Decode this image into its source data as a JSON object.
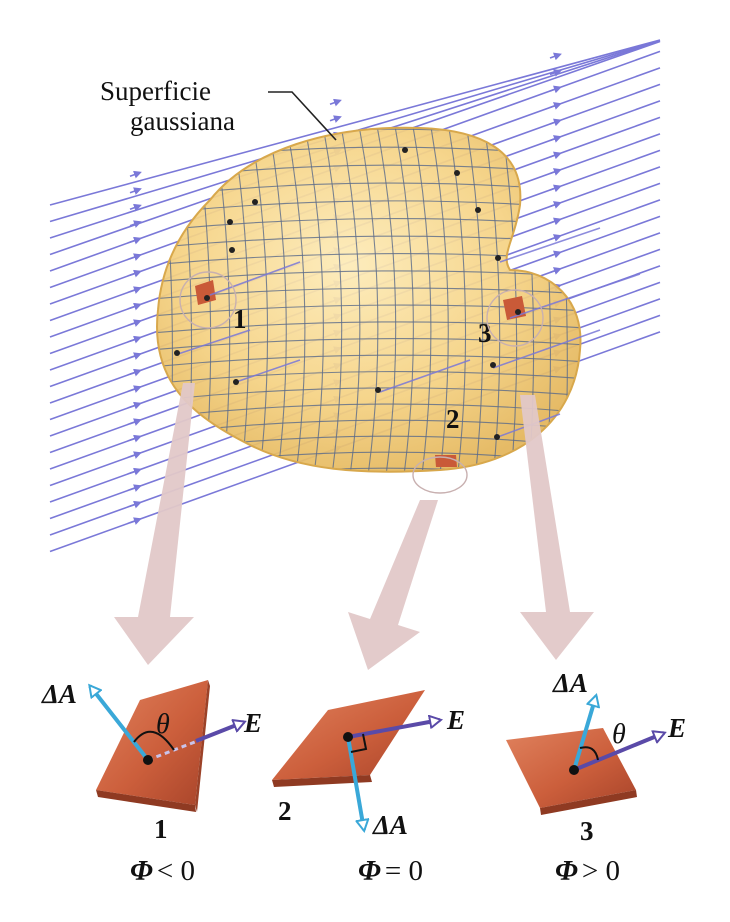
{
  "title_line1": "Superficie",
  "title_line2": "gaussiana",
  "region_labels": [
    "1",
    "2",
    "3"
  ],
  "patches": [
    {
      "number": "1",
      "flux_symbol": "Φ",
      "flux_relation": "< 0",
      "area_vector": "ΔA",
      "field_vector": "E",
      "angle": "θ"
    },
    {
      "number": "2",
      "flux_symbol": "Φ",
      "flux_relation": "= 0",
      "area_vector": "ΔA",
      "field_vector": "E"
    },
    {
      "number": "3",
      "flux_symbol": "Φ",
      "flux_relation": "> 0",
      "area_vector": "ΔA",
      "field_vector": "E",
      "angle": "θ"
    }
  ],
  "colors": {
    "field_line": "#7a78d8",
    "surface": "#f3cf7a",
    "grid": "#5a6a8a",
    "patch": "#c95a38",
    "area_vector": "#3aa8d8",
    "field_vector": "#5a4aa8",
    "callout_arrow": "#e2c8c8"
  }
}
